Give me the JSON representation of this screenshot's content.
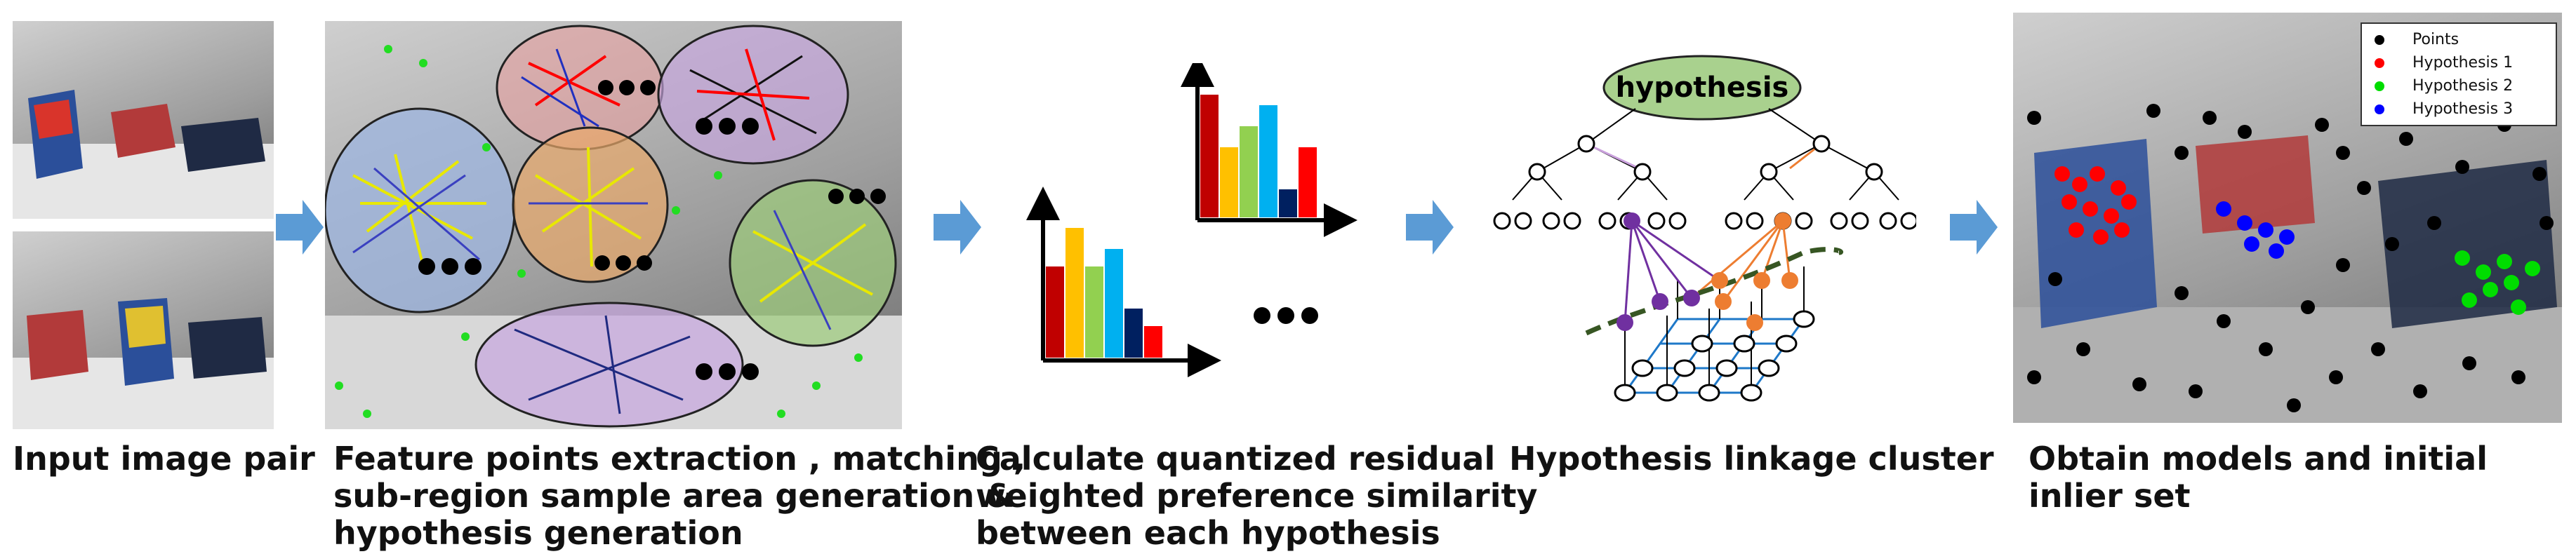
{
  "stages": [
    {
      "id": "input",
      "caption": "Input image pair"
    },
    {
      "id": "extraction",
      "caption": "Feature points extraction , matching ,\nsub-region sample area generation &\nhypothesis generation"
    },
    {
      "id": "similarity",
      "caption": "Calculate quantized residual\nweighted preference similarity\nbetween each hypothesis"
    },
    {
      "id": "linkage",
      "caption": "Hypothesis linkage cluster"
    },
    {
      "id": "models",
      "caption": "Obtain models and initial inlier set"
    }
  ],
  "tree_root_label": "hypothesis",
  "legend": [
    {
      "label": "Points",
      "color": "#000000"
    },
    {
      "label": "Hypothesis 1",
      "color": "#ff0000"
    },
    {
      "label": "Hypothesis 2",
      "color": "#00dd00"
    },
    {
      "label": "Hypothesis 3",
      "color": "#0000ff"
    }
  ],
  "colors": {
    "arrow": "#5b9bd5",
    "region_blue": "#9db6e0",
    "region_orange": "#e8a86a",
    "region_purple": "#c7a6e0",
    "region_green": "#9ccc7a",
    "hypothesis_fill": "#a9d18e"
  }
}
